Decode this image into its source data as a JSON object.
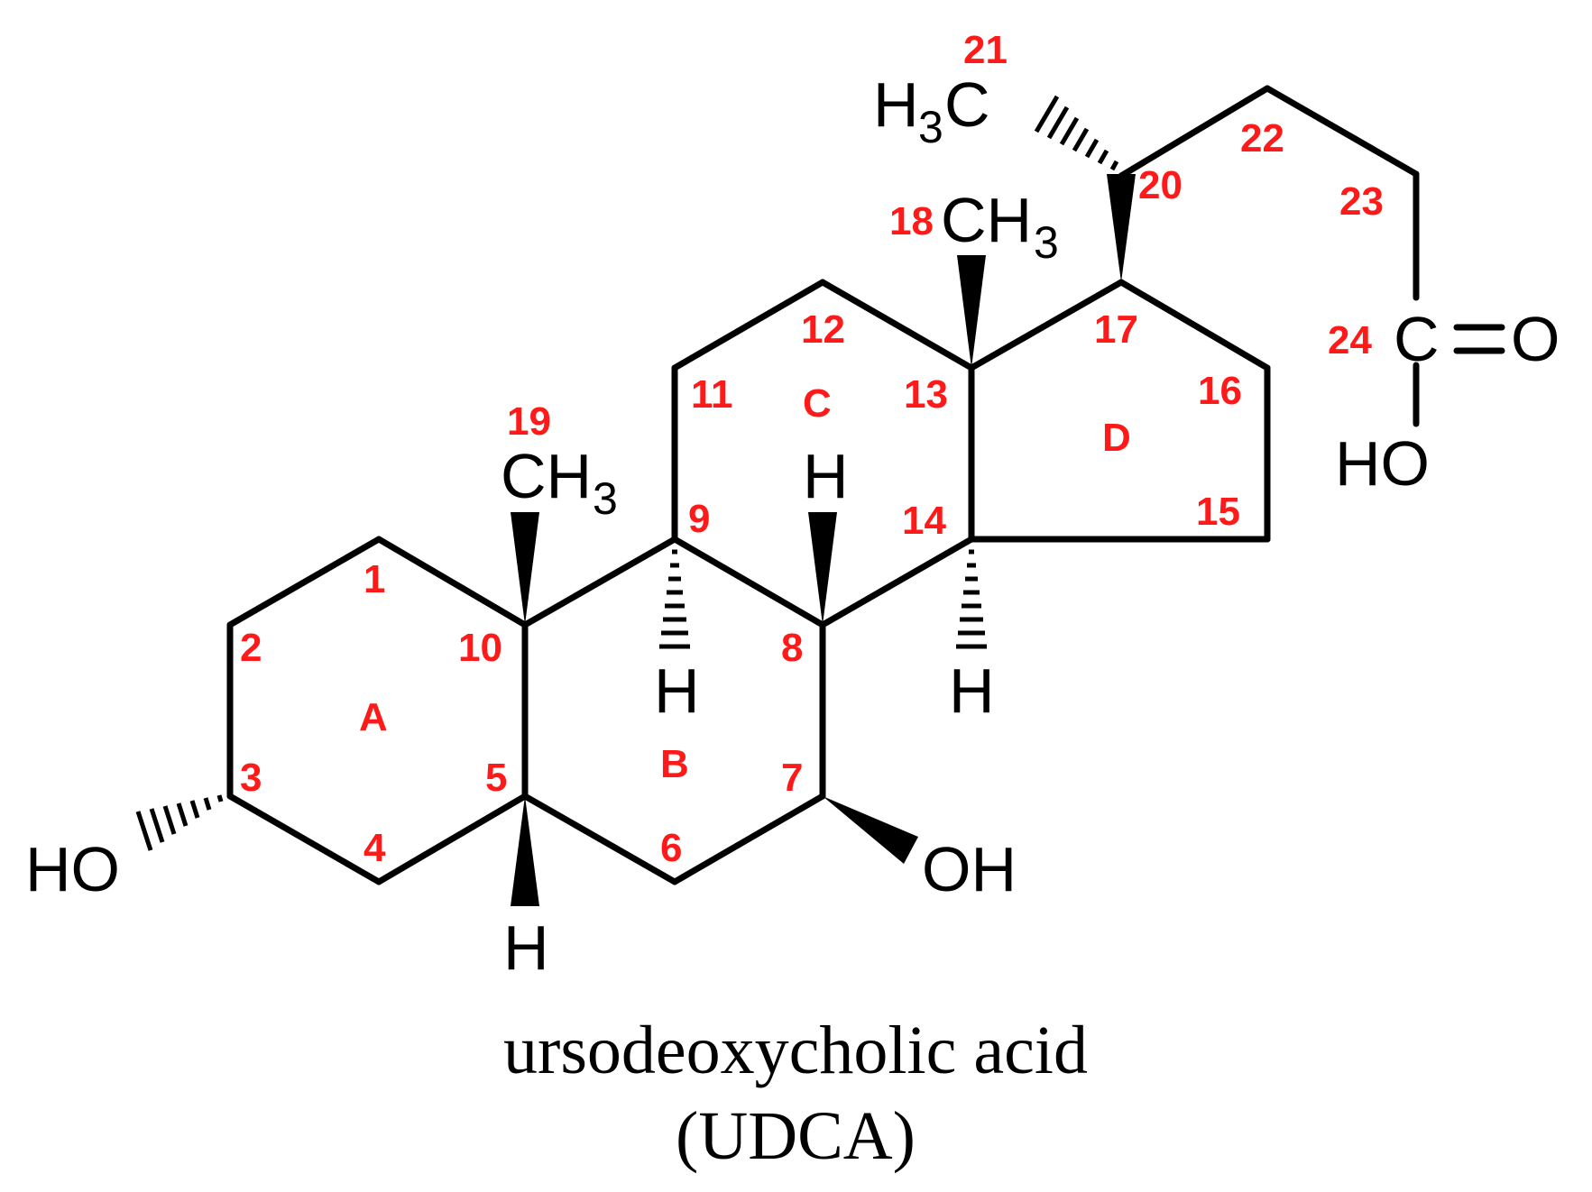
{
  "title": {
    "line1": "ursodeoxycholic acid",
    "line2": "(UDCA)"
  },
  "groups": {
    "ch3_19": "CH",
    "ch3_19_sub": "3",
    "ch3_18": "CH",
    "ch3_18_sub": "3",
    "h3c_21_h": "H",
    "h3c_21_sub": "3",
    "h3c_21_c": "C",
    "h_8": "H",
    "h_9": "H",
    "h_14": "H",
    "h_5": "H",
    "ho_3": "HO",
    "oh_7": "OH",
    "c_24": "C",
    "o_24": "O",
    "ho_24": "HO"
  },
  "carbon_numbers": {
    "n1": "1",
    "n2": "2",
    "n3": "3",
    "n4": "4",
    "n5": "5",
    "n6": "6",
    "n7": "7",
    "n8": "8",
    "n9": "9",
    "n10": "10",
    "n11": "11",
    "n12": "12",
    "n13": "13",
    "n14": "14",
    "n15": "15",
    "n16": "16",
    "n17": "17",
    "n18": "18",
    "n19": "19",
    "n20": "20",
    "n21": "21",
    "n22": "22",
    "n23": "23",
    "n24": "24"
  },
  "rings": {
    "a": "A",
    "b": "B",
    "c": "C",
    "d": "D"
  },
  "colors": {
    "label_red": "#ff1a1a",
    "bonds": "#000000"
  }
}
